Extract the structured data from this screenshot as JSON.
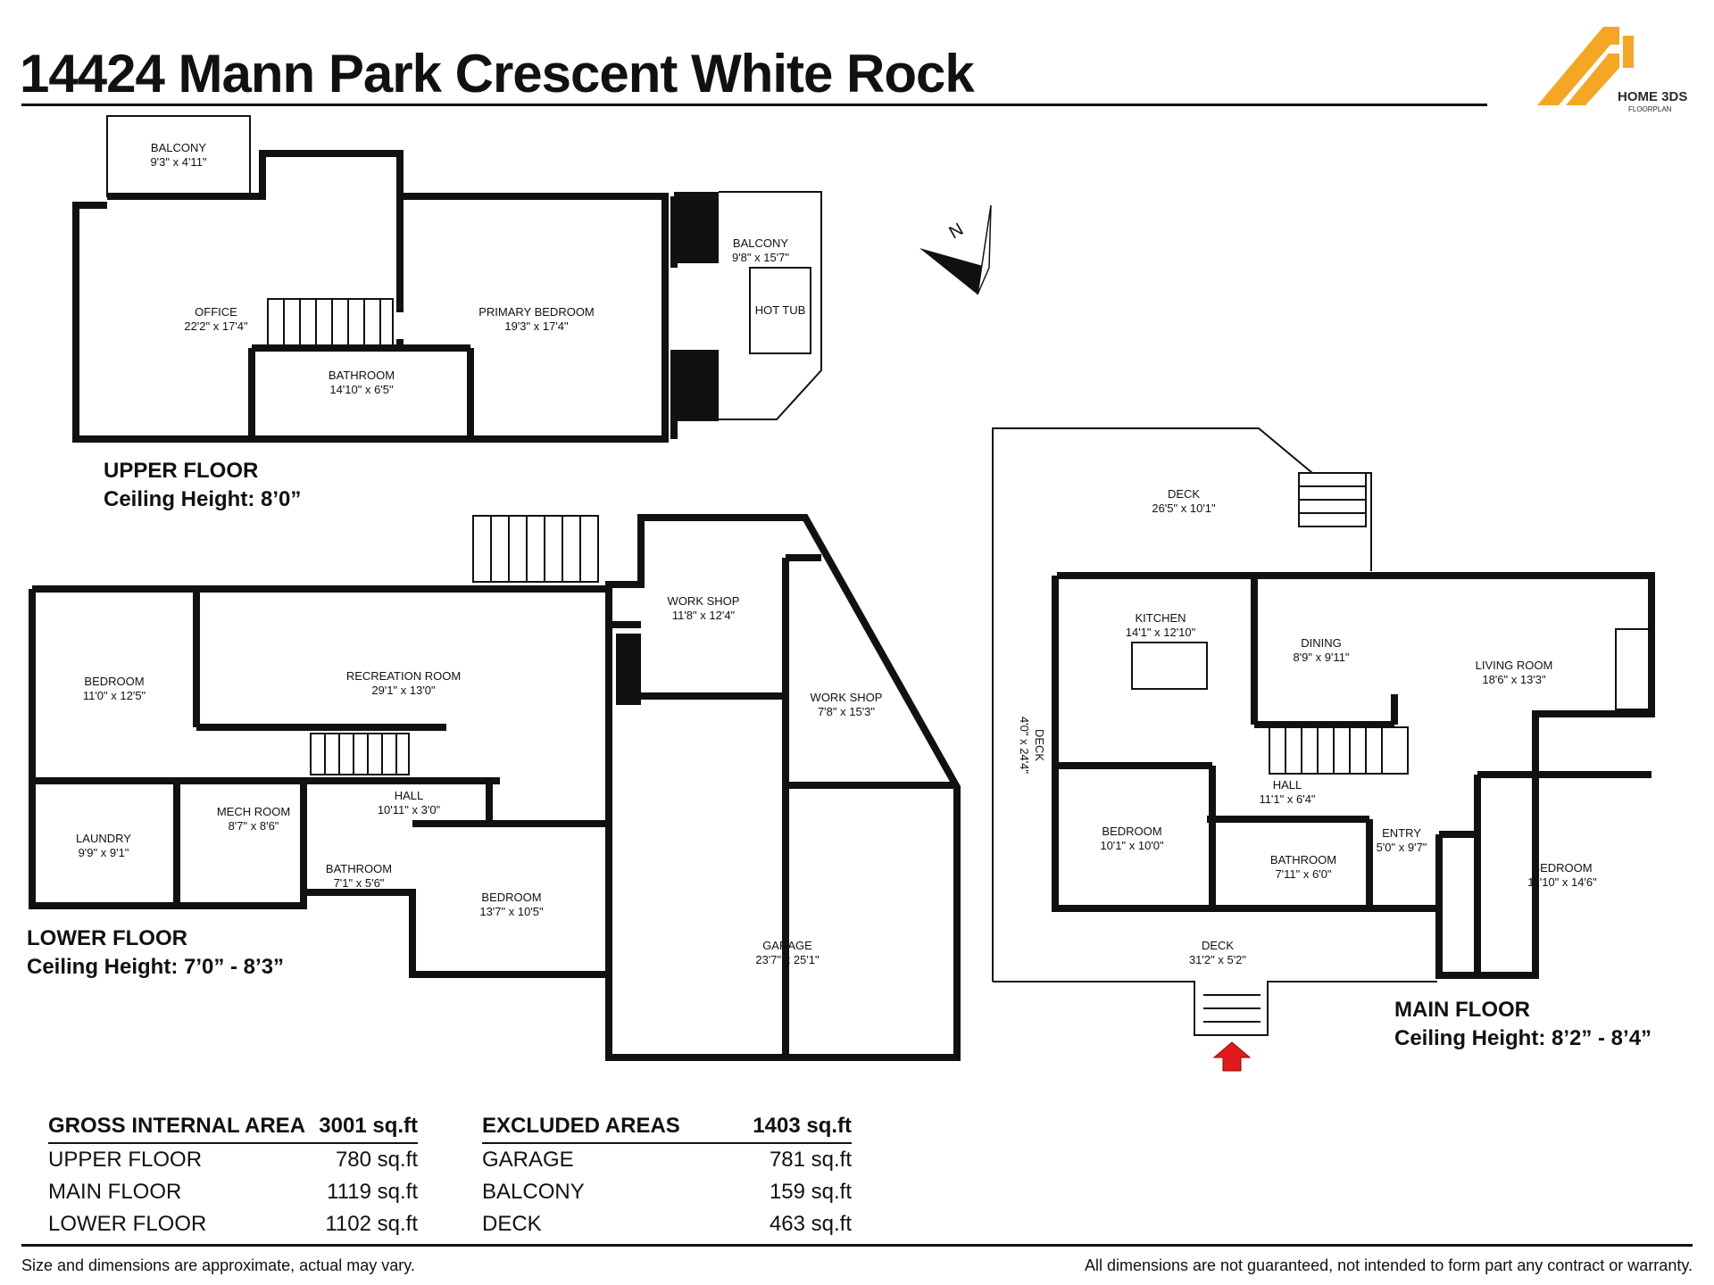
{
  "title": "14424 Mann Park Crescent White Rock",
  "logo": {
    "line1": "HOME 3DS",
    "line2": "FLOORPLAN",
    "colors": {
      "orange": "#f5a623",
      "dark": "#2b2b2b"
    }
  },
  "upper": {
    "caption": "UPPER FLOOR",
    "ceiling": "Ceiling Height: 8’0”",
    "rooms": [
      {
        "name": "BALCONY",
        "dims": "9'3\" x 4'11\""
      },
      {
        "name": "OFFICE",
        "dims": "22'2\" x 17'4\""
      },
      {
        "name": "PRIMARY BEDROOM",
        "dims": "19'3\" x 17'4\""
      },
      {
        "name": "BALCONY",
        "dims": "9'8\" x 15'7\""
      },
      {
        "name": "HOT TUB",
        "dims": ""
      },
      {
        "name": "BATHROOM",
        "dims": "14'10\" x 6'5\""
      }
    ]
  },
  "lower": {
    "caption": "LOWER FLOOR",
    "ceiling": "Ceiling Height: 7’0” - 8’3”",
    "rooms": [
      {
        "name": "BEDROOM",
        "dims": "11'0\" x 12'5\""
      },
      {
        "name": "RECREATION ROOM",
        "dims": "29'1\" x 13'0\""
      },
      {
        "name": "WORK SHOP",
        "dims": "11'8\" x 12'4\""
      },
      {
        "name": "WORK SHOP",
        "dims": "7'8\" x 15'3\""
      },
      {
        "name": "LAUNDRY",
        "dims": "9'9\" x 9'1\""
      },
      {
        "name": "MECH ROOM",
        "dims": "8'7\" x 8'6\""
      },
      {
        "name": "HALL",
        "dims": "10'11\" x 3'0\""
      },
      {
        "name": "BATHROOM",
        "dims": "7'1\" x 5'6\""
      },
      {
        "name": "BEDROOM",
        "dims": "13'7\" x 10'5\""
      },
      {
        "name": "GARAGE",
        "dims": "23'7\" x 25'1\""
      }
    ]
  },
  "main": {
    "caption": "MAIN FLOOR",
    "ceiling": "Ceiling Height: 8’2” - 8’4”",
    "rooms": [
      {
        "name": "DECK",
        "dims": "26'5\" x 10'1\""
      },
      {
        "name": "KITCHEN",
        "dims": "14'1\" x 12'10\""
      },
      {
        "name": "DINING",
        "dims": "8'9\" x 9'11\""
      },
      {
        "name": "LIVING ROOM",
        "dims": "18'6\" x 13'3\""
      },
      {
        "name": "DECK",
        "dims": "4'0\" x 24'4\""
      },
      {
        "name": "HALL",
        "dims": "11'1\" x 6'4\""
      },
      {
        "name": "BEDROOM",
        "dims": "10'1\" x 10'0\""
      },
      {
        "name": "BATHROOM",
        "dims": "7'11\" x 6'0\""
      },
      {
        "name": "ENTRY",
        "dims": "5'0\" x 9'7\""
      },
      {
        "name": "BEDROOM",
        "dims": "11'10\" x 14'6\""
      },
      {
        "name": "DECK",
        "dims": "31'2\" x 5'2\""
      }
    ]
  },
  "areas": {
    "gross": {
      "header_label": "GROSS INTERNAL AREA",
      "header_value": "3001 sq.ft",
      "rows": [
        {
          "label": "UPPER FLOOR",
          "value": "780 sq.ft"
        },
        {
          "label": "MAIN FLOOR",
          "value": "1119 sq.ft"
        },
        {
          "label": "LOWER FLOOR",
          "value": "1102 sq.ft"
        }
      ]
    },
    "excluded": {
      "header_label": "EXCLUDED AREAS",
      "header_value": "1403 sq.ft",
      "rows": [
        {
          "label": "GARAGE",
          "value": "781 sq.ft"
        },
        {
          "label": "BALCONY",
          "value": "159 sq.ft"
        },
        {
          "label": "DECK",
          "value": "463 sq.ft"
        }
      ]
    }
  },
  "compass": {
    "label": "N"
  },
  "entry_arrow_color": "#e11b1b",
  "footer": {
    "left": "Size and dimensions are approximate, actual may vary.",
    "right": "All dimensions are not guaranteed, not intended to form part any contract or warranty."
  }
}
